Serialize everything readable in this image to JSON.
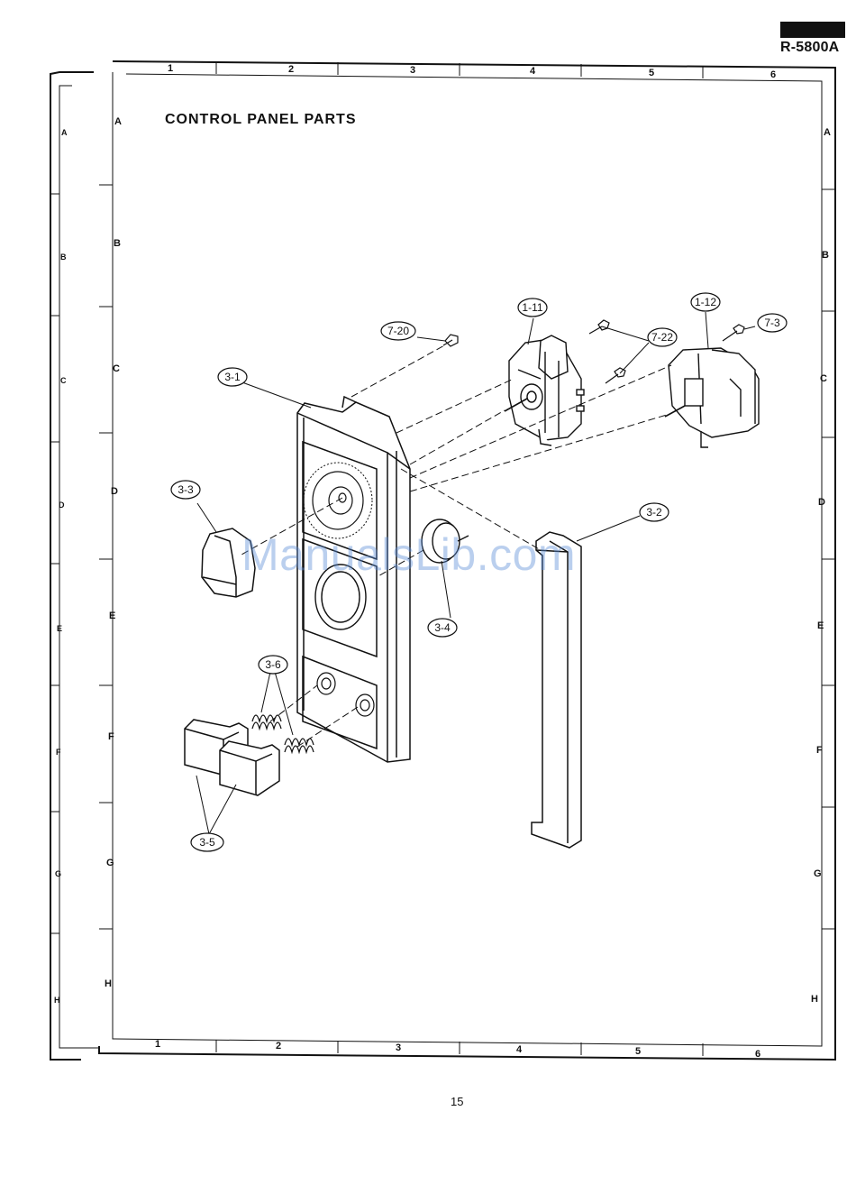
{
  "header": {
    "model": "R-5800A"
  },
  "section_title": "CONTROL PANEL PARTS",
  "page_number": "15",
  "watermark": "ManualsLib.com",
  "grid": {
    "columns": [
      "1",
      "2",
      "3",
      "4",
      "5",
      "6"
    ],
    "rows": [
      "A",
      "B",
      "C",
      "D",
      "E",
      "F",
      "G",
      "H"
    ]
  },
  "parts": {
    "p7_20": "7-20",
    "p1_11": "1-11",
    "p1_12": "1-12",
    "p7_3": "7-3",
    "p7_22": "7-22",
    "p3_1": "3-1",
    "p3_3": "3-3",
    "p3_2": "3-2",
    "p3_4": "3-4",
    "p3_6": "3-6",
    "p3_5": "3-5"
  }
}
